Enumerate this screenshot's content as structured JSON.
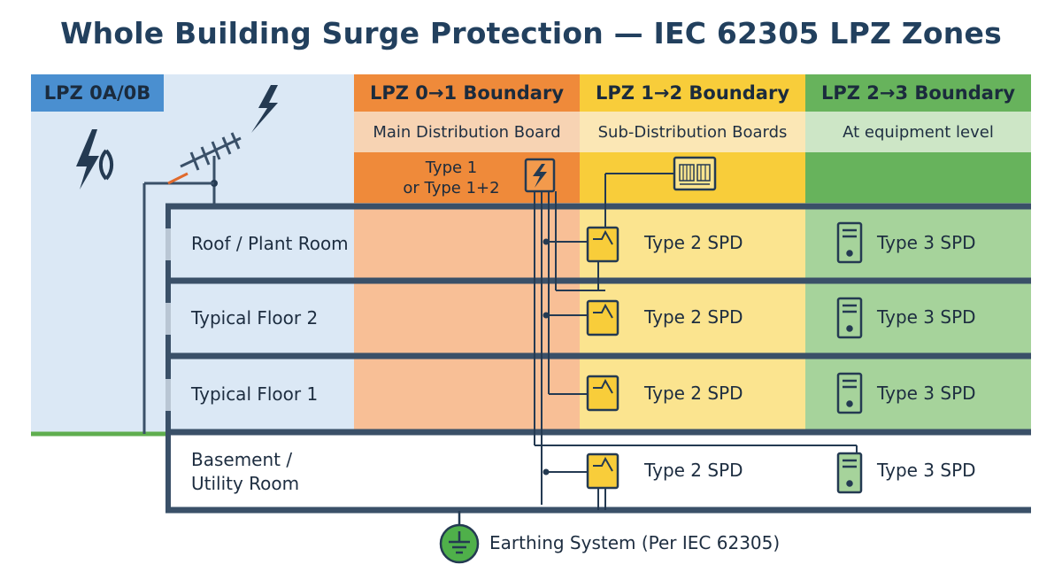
{
  "title": "Whole Building Surge Protection — IEC 62305 LPZ Zones",
  "colors": {
    "zone0_header": "#4a8fd0",
    "zone0_bg": "#dbe8f5",
    "boundary01_header": "#ef8a3a",
    "boundary01_sub": "#f7d3b3",
    "boundary01_bg": "#f8bf96",
    "boundary12_header": "#f8cd3a",
    "boundary12_sub": "#fbe7b5",
    "boundary12_bg": "#fbe48f",
    "boundary23_header": "#67b35c",
    "boundary23_sub": "#cde6c6",
    "boundary23_bg": "#a6d39b",
    "structure": "#3a5068",
    "earth": "#4fb04a"
  },
  "zones": {
    "lpz0": {
      "label": "LPZ 0A/0B",
      "icon": "lightning-icon"
    },
    "b01": {
      "label": "LPZ 0→1 Boundary",
      "sublabel": "Main Distribution Board",
      "device": "Type 1\nor Type 1+2"
    },
    "b12": {
      "label": "LPZ 1→2 Boundary",
      "sublabel": "Sub-Distribution Boards"
    },
    "b23": {
      "label": "LPZ 2→3 Boundary",
      "sublabel": "At equipment level"
    }
  },
  "floors": [
    {
      "name": "Roof / Plant Room",
      "spd2": "Type 2 SPD",
      "spd3": "Type 3 SPD"
    },
    {
      "name": "Typical Floor 2",
      "spd2": "Type 2 SPD",
      "spd3": "Type 3 SPD"
    },
    {
      "name": "Typical Floor 1",
      "spd2": "Type 2 SPD",
      "spd3": "Type 3 SPD"
    },
    {
      "name": "Basement /\nUtility Room",
      "spd2": "Type 2 SPD",
      "spd3": "Type 3 SPD"
    }
  ],
  "earthing": "Earthing System (Per IEC 62305)"
}
